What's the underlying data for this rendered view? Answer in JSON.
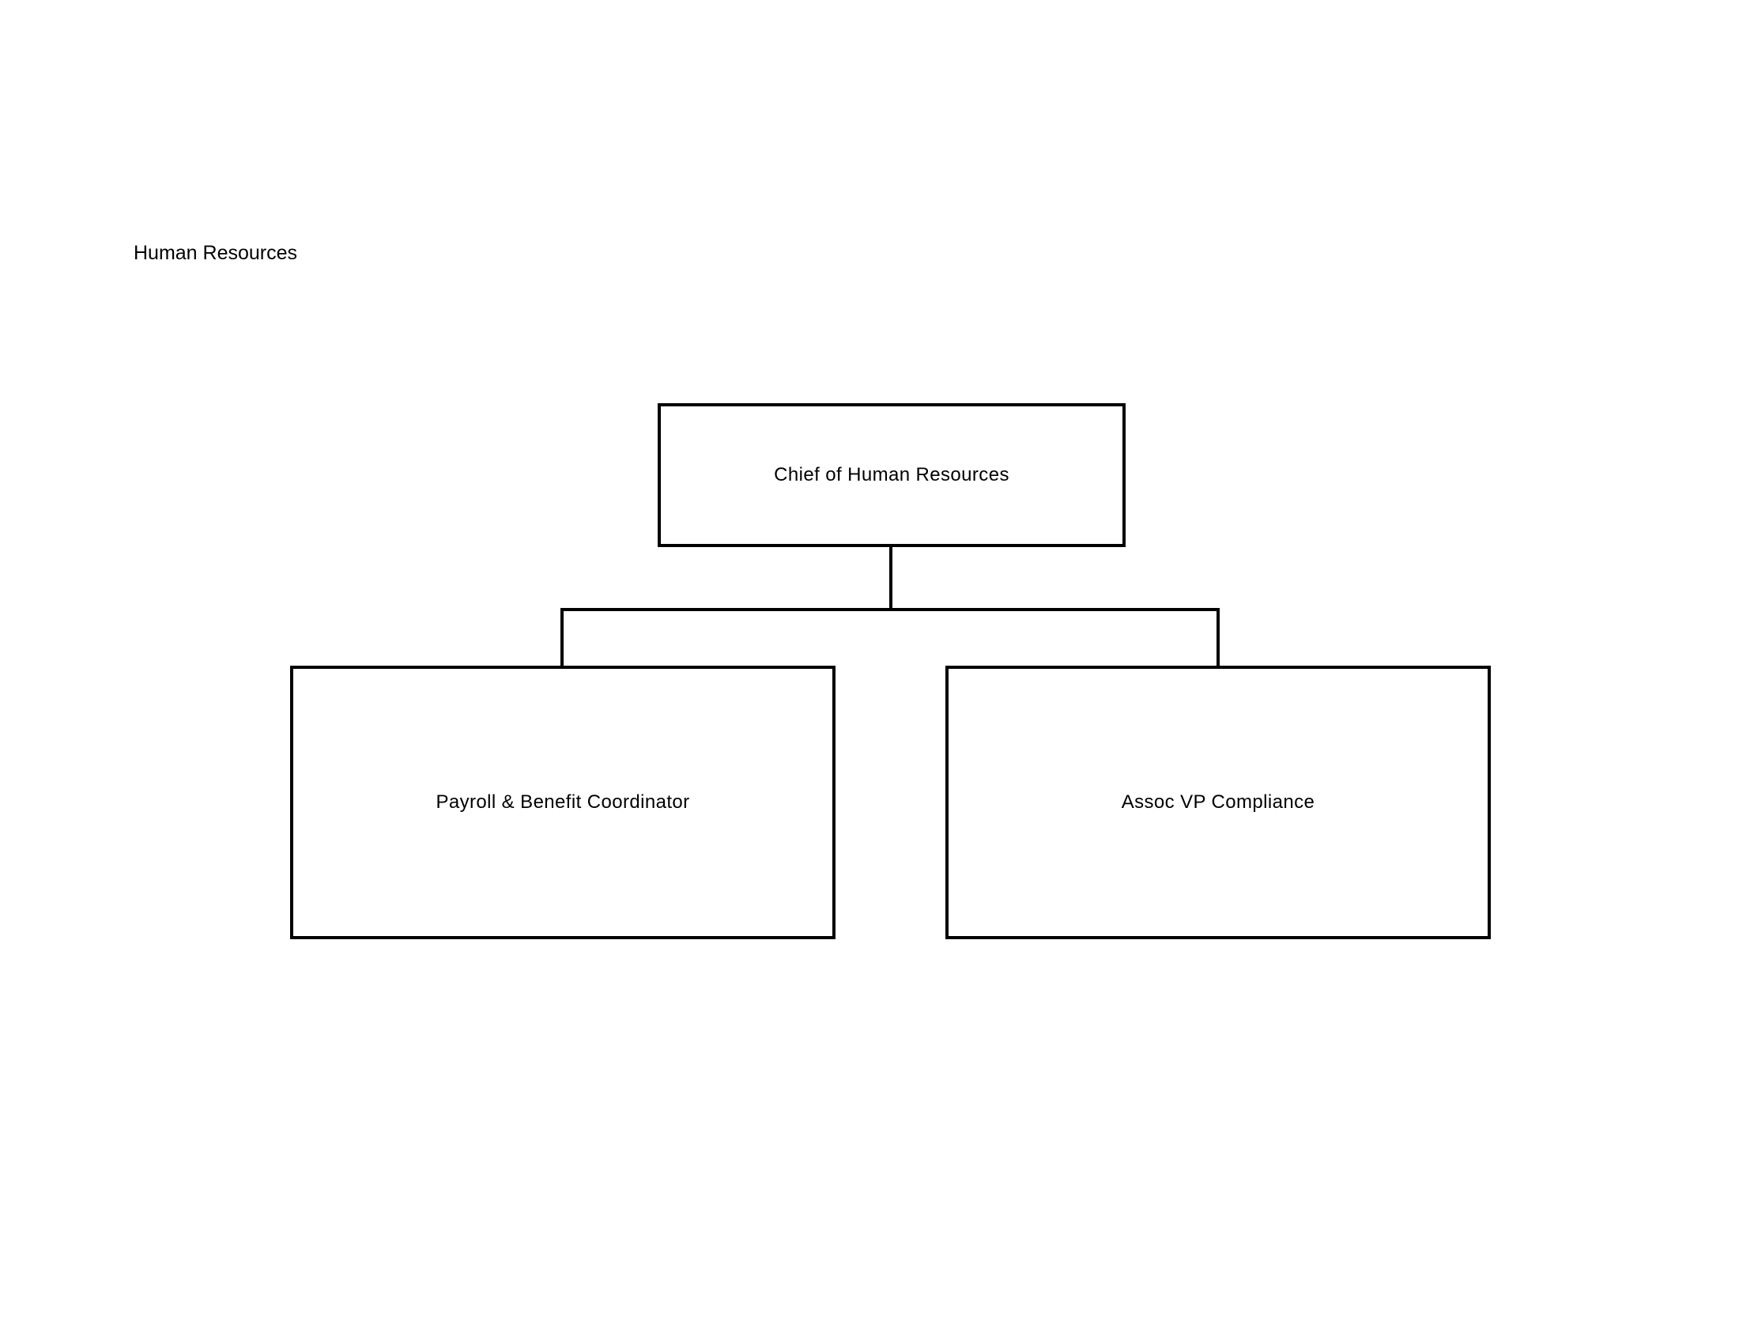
{
  "page": {
    "heading": "Human Resources"
  },
  "org_chart": {
    "root": {
      "title": "Chief of Human Resources"
    },
    "reports": [
      {
        "title": "Payroll & Benefit Coordinator"
      },
      {
        "title": "Assoc VP Compliance"
      }
    ],
    "colors": {
      "line": "#000000",
      "box_fill": "#ffffff",
      "text": "#000000"
    }
  }
}
